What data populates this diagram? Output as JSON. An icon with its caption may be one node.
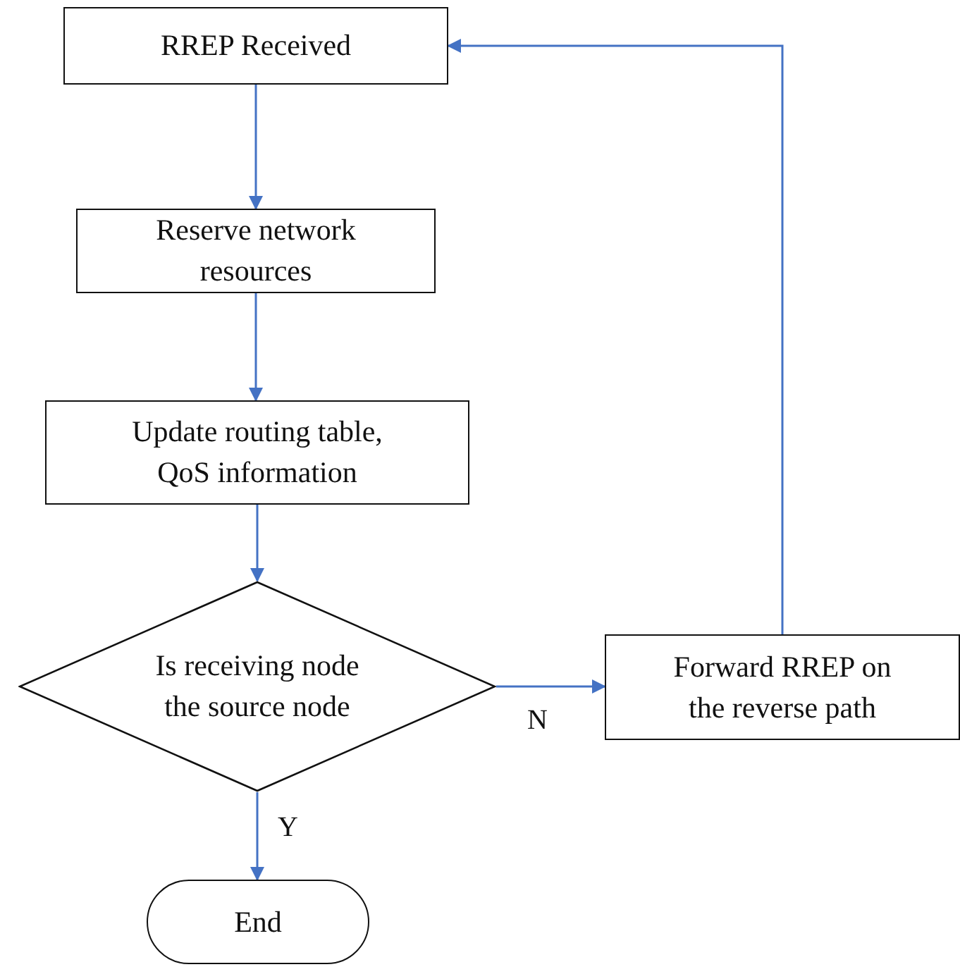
{
  "diagram": {
    "nodes": [
      {
        "text": [
          "RREP Received"
        ]
      },
      {
        "text": [
          "Reserve network resources"
        ]
      },
      {
        "text": [
          "Update routing table, QoS information"
        ]
      },
      {
        "text": [
          "Is receiving node the source node"
        ]
      },
      {
        "text": [
          "Forward RREP on the reverse path"
        ]
      },
      {
        "text": [
          "End"
        ]
      }
    ],
    "edges": [
      {
        "from": 0,
        "to": 1,
        "arrow": "to"
      },
      {
        "from": 1,
        "to": 2,
        "arrow": "to"
      },
      {
        "from": 2,
        "to": 3,
        "arrow": "to"
      },
      {
        "from": 3,
        "to": 4,
        "arrow": "to",
        "label": "N"
      },
      {
        "from": 3,
        "to": 5,
        "arrow": "to",
        "label": "Y"
      },
      {
        "from": 4,
        "to": 0,
        "arrow": "to"
      }
    ]
  }
}
